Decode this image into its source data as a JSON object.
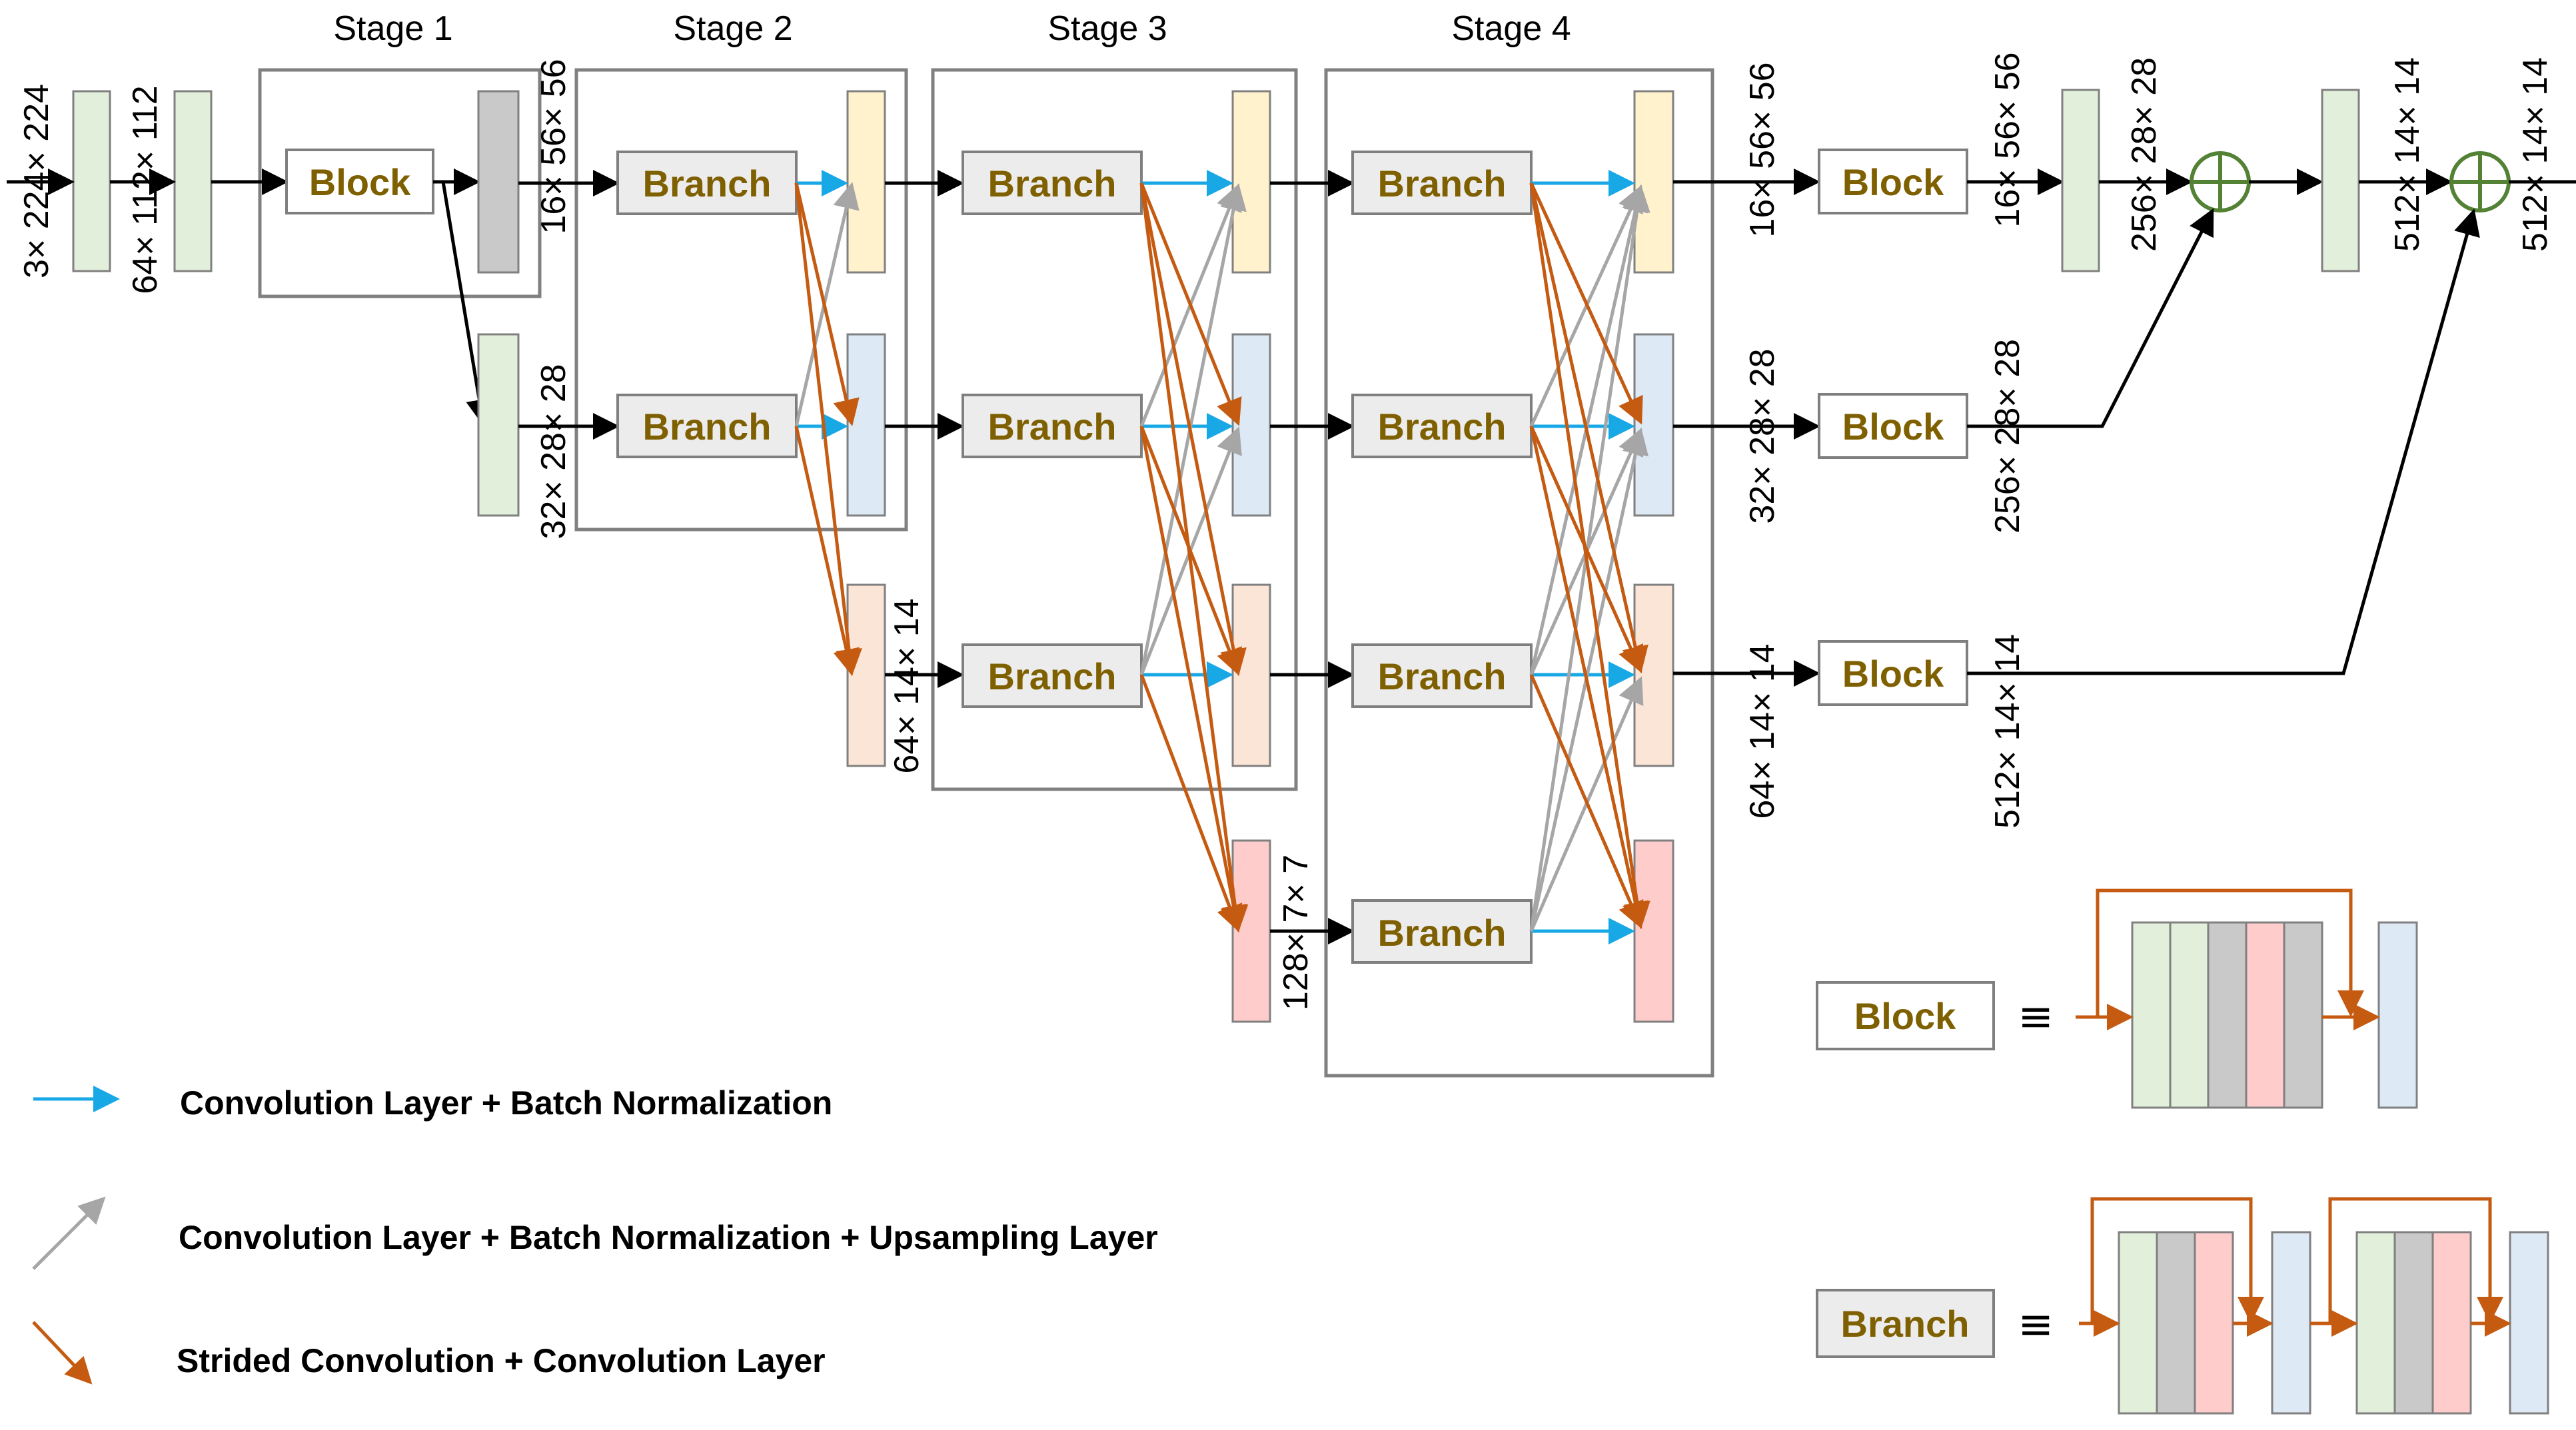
{
  "stages": [
    "Stage 1",
    "Stage 2",
    "Stage 3",
    "Stage 4"
  ],
  "labels": {
    "block": "Block",
    "branch": "Branch",
    "equiv": "≡"
  },
  "dims": {
    "input": "3× 224× 224",
    "stem": "64× 112× 112",
    "s1_top": "16× 56× 56",
    "s1_low": "32× 28× 28",
    "s2_low": "64× 14× 14",
    "s3_low": "128× 7× 7",
    "s4_top": "16× 56× 56",
    "s4_mid": "32× 28× 28",
    "s4_low": "64× 14× 14",
    "blk_top": "16× 56× 56",
    "blk_mid": "256× 28× 28",
    "blk_low": "512× 14× 14",
    "out1": "256× 28× 28",
    "out2": "512× 14× 14",
    "out3": "512× 14× 14"
  },
  "legend": [
    {
      "text": "Convolution Layer + Batch Normalization",
      "color": "#18a8e6"
    },
    {
      "text": "Convolution Layer + Batch Normalization + Upsampling Layer",
      "color": "#a6a6a6"
    },
    {
      "text": "Strided Convolution + Convolution Layer",
      "color": "#c55a11"
    }
  ],
  "colors": {
    "green": "#e2efda",
    "gray": "#c9c9c9",
    "yellow": "#fff2cc",
    "blue": "#dde9f5",
    "peach": "#fbe5d6",
    "pink": "#ffcccc",
    "sum": "#548235"
  }
}
